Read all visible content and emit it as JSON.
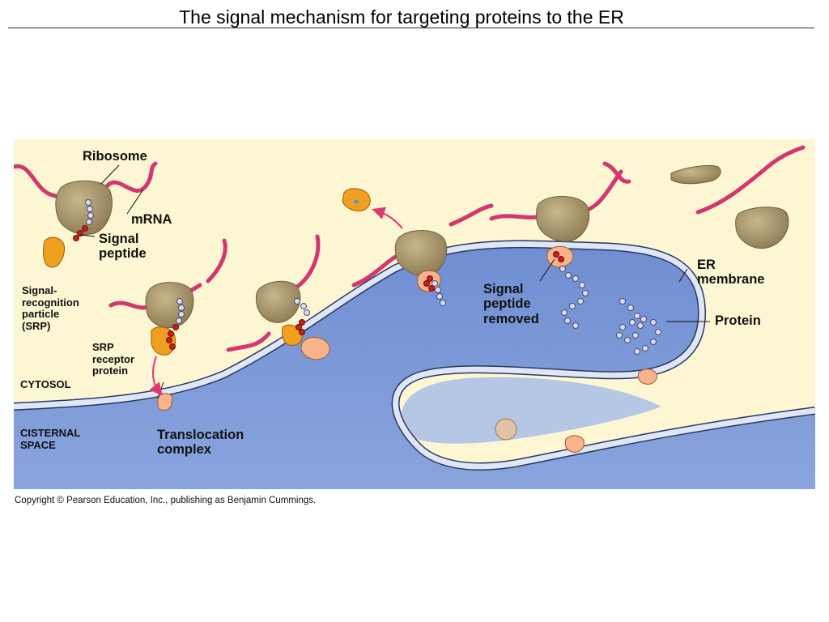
{
  "title": "The signal mechanism for targeting proteins to the ER",
  "labels": {
    "ribosome": "Ribosome",
    "mrna": "mRNA",
    "signal_peptide": "Signal\npeptide",
    "srp": "Signal-\nrecognition\nparticle\n(SRP)",
    "srp_receptor": "SRP\nreceptor\nprotein",
    "cytosol": "CYTOSOL",
    "cisternal_space": "CISTERNAL\nSPACE",
    "translocation_complex": "Translocation\ncomplex",
    "signal_peptide_removed": "Signal\npeptide\nremoved",
    "er_membrane": "ER\nmembrane",
    "protein": "Protein"
  },
  "copyright": "Copyright © Pearson Education, Inc., publishing as Benjamin Cummings.",
  "colors": {
    "background": "#fdf6d3",
    "er_lumen": "#7e9bd6",
    "membrane": "#dfe7f7",
    "ribosome": "#9a8a62",
    "mrna": "#d2386f",
    "srp": "#f0a020",
    "signal_bead": "#c8201c",
    "protein_bead": "#dcdcf2",
    "translocon": "#f6b38c"
  },
  "icons": [
    "ribosome-icon",
    "mrna-strand-icon",
    "srp-icon",
    "translocation-complex-icon",
    "protein-chain-icon",
    "arrow-icon"
  ]
}
